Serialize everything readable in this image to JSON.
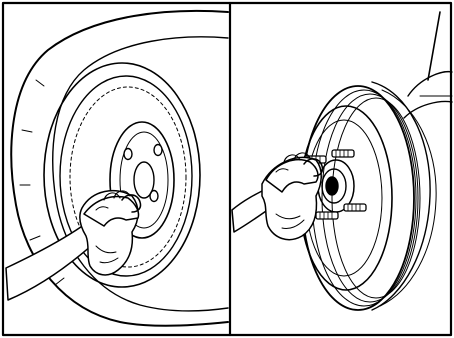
{
  "figure": {
    "panels": [
      {
        "id": "left",
        "subject": "wheel-rim-inner-face"
      },
      {
        "id": "right",
        "subject": "brake-drum-hub-with-studs"
      }
    ]
  }
}
